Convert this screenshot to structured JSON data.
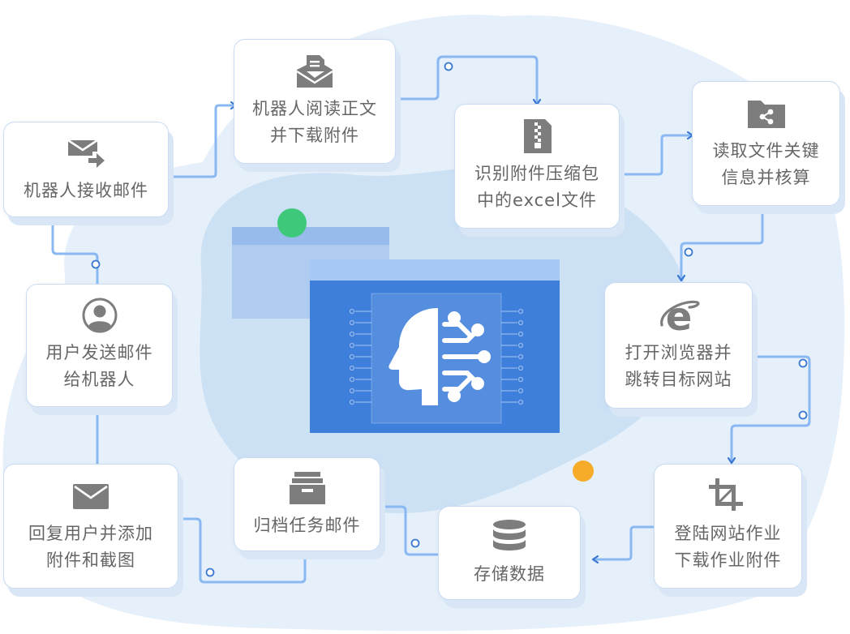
{
  "steps": [
    {
      "id": "receive_mail",
      "label": "机器人接收邮件",
      "icon": "mail-forward-icon"
    },
    {
      "id": "read_body",
      "label": "机器人阅读正文\n并下载附件",
      "icon": "inbox-download-icon"
    },
    {
      "id": "unzip",
      "label": "识别附件压缩包\n中的excel文件",
      "icon": "zip-file-icon"
    },
    {
      "id": "read_info",
      "label": "读取文件关键\n信息并核算",
      "icon": "folder-share-icon"
    },
    {
      "id": "open_browser",
      "label": "打开浏览器并\n跳转目标网站",
      "icon": "ie-browser-icon"
    },
    {
      "id": "download_work",
      "label": "登陆网站作业\n下载作业附件",
      "icon": "crop-icon"
    },
    {
      "id": "store_data",
      "label": "存储数据",
      "icon": "database-icon"
    },
    {
      "id": "archive",
      "label": "归档任务邮件",
      "icon": "archive-box-icon"
    },
    {
      "id": "reply",
      "label": "回复用户并添加\n附件和截图",
      "icon": "envelope-icon"
    },
    {
      "id": "user_send",
      "label": "用户发送邮件\n给机器人",
      "icon": "user-avatar-icon"
    }
  ],
  "center": {
    "icon": "ai-head-icon"
  },
  "colors": {
    "flow_line": "#8ab8f2",
    "arrow": "#3a78d2",
    "card_border": "#c9dcf3",
    "icon_gray": "#7d7d7d",
    "label": "#666666",
    "blob_light": "#e6f0fa",
    "blob_mid": "#c4dcf3",
    "center_blue": "#3e7fdb",
    "center_top": "#a8c9f5",
    "ghost_window": "#a9c8ef",
    "green_dot": "#3ec97a",
    "orange_dot": "#f6ac28"
  }
}
